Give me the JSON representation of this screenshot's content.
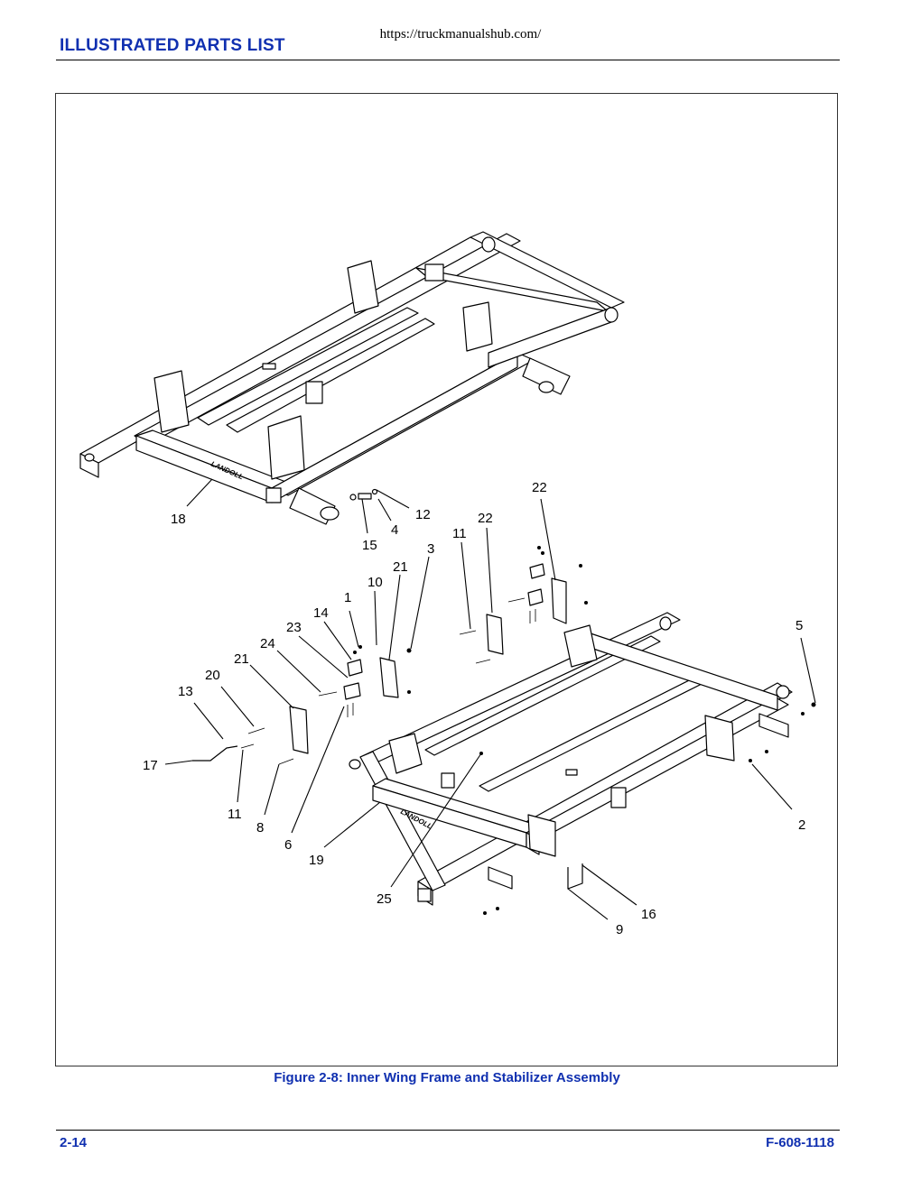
{
  "header": {
    "url": "https://truckmanualshub.com/",
    "section_title": "ILLUSTRATED PARTS LIST"
  },
  "figure": {
    "caption": "Figure 2-8:  Inner Wing Frame and Stabilizer Assembly",
    "brand_decal": "LANDOLL",
    "callouts": [
      {
        "id": "c18",
        "label": "18"
      },
      {
        "id": "c12",
        "label": "12"
      },
      {
        "id": "c4",
        "label": "4"
      },
      {
        "id": "c15",
        "label": "15"
      },
      {
        "id": "c3",
        "label": "3"
      },
      {
        "id": "c22a",
        "label": "22"
      },
      {
        "id": "c22b",
        "label": "22"
      },
      {
        "id": "c11a",
        "label": "11"
      },
      {
        "id": "c21a",
        "label": "21"
      },
      {
        "id": "c10",
        "label": "10"
      },
      {
        "id": "c1",
        "label": "1"
      },
      {
        "id": "c14",
        "label": "14"
      },
      {
        "id": "c23",
        "label": "23"
      },
      {
        "id": "c24",
        "label": "24"
      },
      {
        "id": "c21b",
        "label": "21"
      },
      {
        "id": "c20",
        "label": "20"
      },
      {
        "id": "c13",
        "label": "13"
      },
      {
        "id": "c17",
        "label": "17"
      },
      {
        "id": "c11b",
        "label": "11"
      },
      {
        "id": "c8",
        "label": "8"
      },
      {
        "id": "c6",
        "label": "6"
      },
      {
        "id": "c19",
        "label": "19"
      },
      {
        "id": "c25",
        "label": "25"
      },
      {
        "id": "c5",
        "label": "5"
      },
      {
        "id": "c2",
        "label": "2"
      },
      {
        "id": "c16",
        "label": "16"
      },
      {
        "id": "c9",
        "label": "9"
      }
    ]
  },
  "footer": {
    "page_number": "2-14",
    "doc_number": "F-608-1118"
  }
}
